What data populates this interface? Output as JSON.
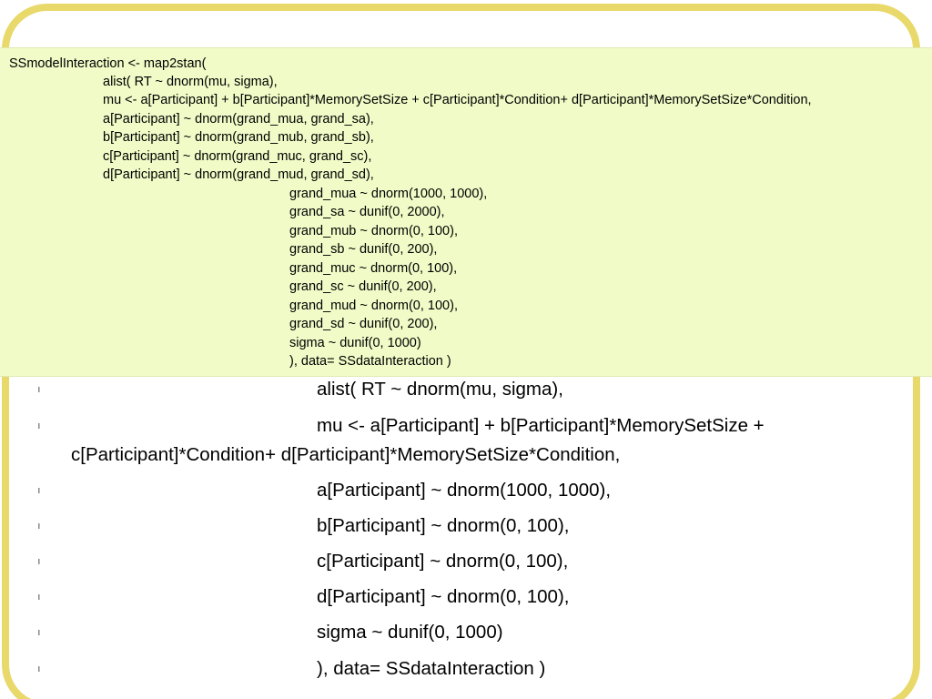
{
  "slide": {
    "bullet_marker": "l",
    "bullets": [
      {
        "text": "alist( RT ~ dnorm(mu, sigma),"
      },
      {
        "text": "mu <- a[Participant] + b[Participant]*MemorySetSize +",
        "continuation": "c[Participant]*Condition+ d[Participant]*MemorySetSize*Condition,"
      },
      {
        "text": "a[Participant] ~ dnorm(1000, 1000),"
      },
      {
        "text": "b[Participant] ~ dnorm(0, 100),"
      },
      {
        "text": "c[Participant] ~ dnorm(0, 100),"
      },
      {
        "text": "d[Participant] ~ dnorm(0, 100),"
      },
      {
        "text": "sigma ~ dunif(0, 1000)"
      },
      {
        "text": "), data= SSdataInteraction )"
      }
    ]
  },
  "code_box": {
    "lines": [
      "SSmodelInteraction <- map2stan(",
      "alist( RT ~ dnorm(mu, sigma),",
      "mu <- a[Participant] + b[Participant]*MemorySetSize + c[Participant]*Condition+ d[Participant]*MemorySetSize*Condition,",
      "a[Participant] ~ dnorm(grand_mua, grand_sa),",
      "b[Participant] ~ dnorm(grand_mub, grand_sb),",
      "c[Participant] ~ dnorm(grand_muc, grand_sc),",
      "d[Participant] ~ dnorm(grand_mud, grand_sd),",
      "grand_mua ~ dnorm(1000, 1000),",
      "grand_sa ~ dunif(0, 2000),",
      "grand_mub ~ dnorm(0, 100),",
      "grand_sb ~ dunif(0, 200),",
      "grand_muc ~ dnorm(0, 100),",
      "grand_sc ~ dunif(0, 200),",
      "grand_mud ~ dnorm(0, 100),",
      "grand_sd ~ dunif(0, 200),",
      "sigma ~ dunif(0, 1000)",
      "), data= SSdataInteraction )"
    ]
  },
  "colors": {
    "frame": "#e8d96a",
    "code_box_background": "#f1fbc7"
  }
}
